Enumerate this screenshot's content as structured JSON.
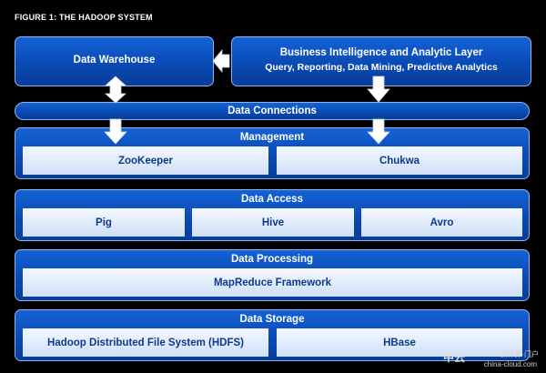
{
  "figure_title": "FIGURE 1: THE HADOOP SYSTEM",
  "data_warehouse": "Data Warehouse",
  "bi": {
    "title": "Business Intelligence and Analytic Layer",
    "subtitle": "Query, Reporting, Data Mining, Predictive Analytics"
  },
  "connections": "Data Connections",
  "management": {
    "title": "Management",
    "items": [
      "ZooKeeper",
      "Chukwa"
    ]
  },
  "access": {
    "title": "Data Access",
    "items": [
      "Pig",
      "Hive",
      "Avro"
    ]
  },
  "processing": {
    "title": "Data Processing",
    "items": [
      "MapReduce Framework"
    ]
  },
  "storage": {
    "title": "Data Storage",
    "items": [
      "Hadoop Distributed File System (HDFS)",
      "HBase"
    ]
  },
  "watermark": {
    "logo": "中云",
    "line1": "云计算·门户",
    "line2": "china-cloud.com"
  },
  "colors": {
    "background": "#000000",
    "panel_blue": "#0a4ab4",
    "panel_border": "#8fb4ec",
    "box_fill": "#e6eefb",
    "box_text": "#0d3a8c",
    "arrow": "#ffffff"
  }
}
